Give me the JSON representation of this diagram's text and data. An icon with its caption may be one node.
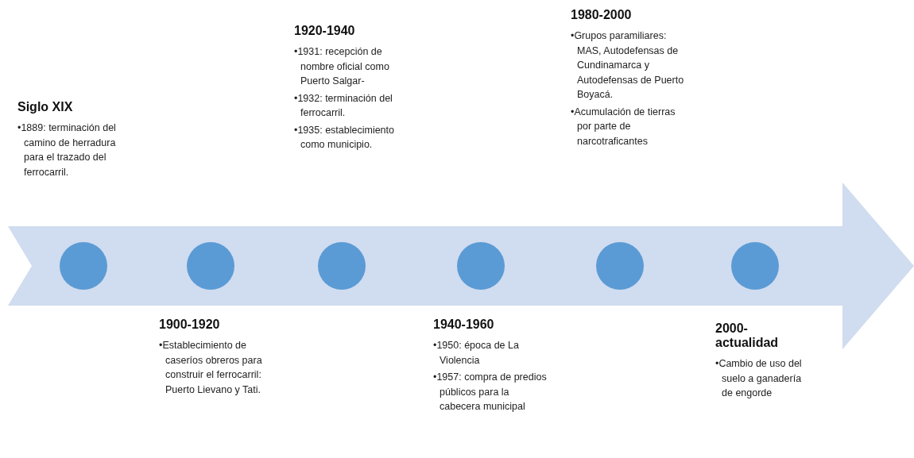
{
  "diagram": {
    "nodes": [
      {
        "text": [],
        "shape": "arrow"
      },
      {
        "text": [],
        "shape": "circle",
        "in": 0
      },
      {
        "text": [],
        "shape": "circle",
        "in": 0
      },
      {
        "text": [],
        "shape": "circle",
        "in": 0
      },
      {
        "text": [],
        "shape": "circle",
        "in": 0
      },
      {
        "text": [],
        "shape": "circle",
        "in": 0
      },
      {
        "text": [],
        "shape": "circle",
        "in": 0
      }
    ],
    "labels": [
      "Siglo XIX",
      "•1889: terminación del camino de herradura para el trazado del ferrocarril.",
      "1900-1920",
      "•Establecimiento de caseríos obreros para construir el ferrocarril: Puerto Lievano y Tati.",
      "1920-1940",
      "•1931: recepción de nombre oficial como Puerto Salgar-",
      "•1932: terminación del ferrocarril.",
      "•1935: establecimiento como municipio.",
      "1940-1960",
      "•1950: época de La Violencia",
      "•1957: compra de predios públicos para la cabecera municipal",
      "1980-2000",
      "•Grupos paramiliares: MAS, Autodefensas de Cundinamarca y Autodefensas de Puerto Boyacá.",
      "•Acumulación de tierras por parte de narcotraficantes",
      "2000-actualidad",
      "•Cambio de uso del suelo a ganadería de engorde"
    ]
  }
}
